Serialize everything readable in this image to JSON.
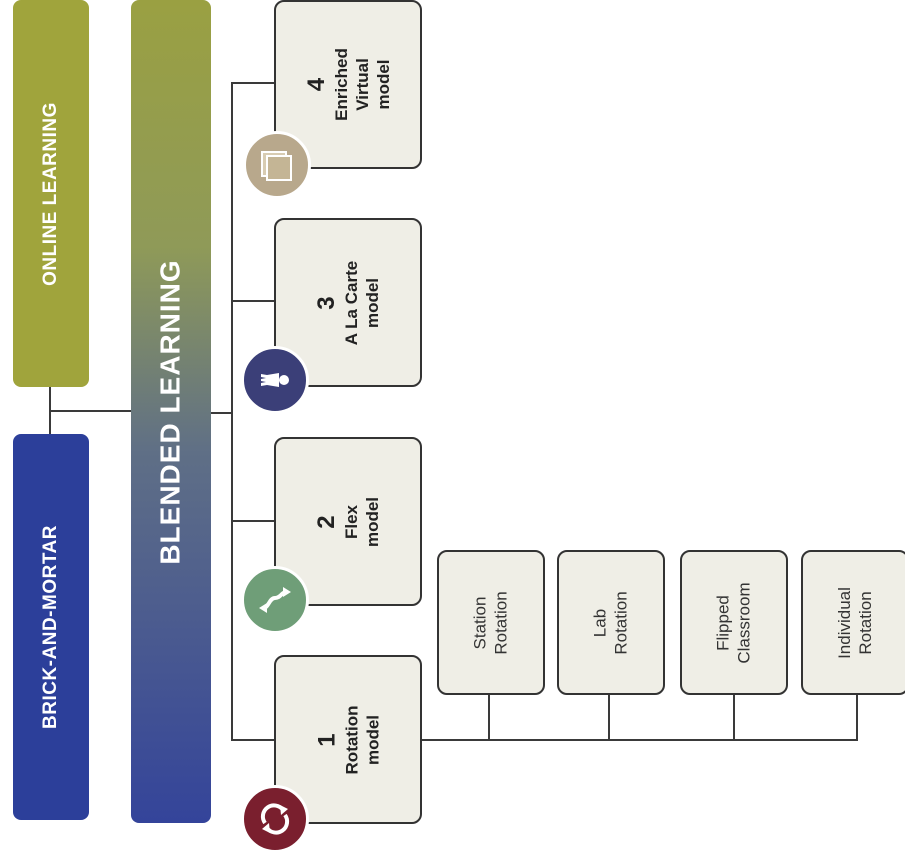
{
  "left_bars": {
    "online": "ONLINE LEARNING",
    "brick": "BRICK-AND-MORTAR",
    "blended": "BLENDED LEARNING"
  },
  "models": [
    {
      "number": "1",
      "lines": [
        "Rotation",
        "model"
      ],
      "icon": "rotation-arrows-icon",
      "icon_color": "#7a1f2e"
    },
    {
      "number": "2",
      "lines": [
        "Flex",
        "model"
      ],
      "icon": "flex-arrows-icon",
      "icon_color": "#6f9e78"
    },
    {
      "number": "3",
      "lines": [
        "A La Carte",
        "model"
      ],
      "icon": "person-icon",
      "icon_color": "#3b3f78"
    },
    {
      "number": "4",
      "lines": [
        "Enriched",
        "Virtual",
        "model"
      ],
      "icon": "stacked-pages-icon",
      "icon_color": "#b8a88c"
    }
  ],
  "rotation_submodels": [
    {
      "lines": [
        "Station",
        "Rotation"
      ]
    },
    {
      "lines": [
        "Lab",
        "Rotation"
      ]
    },
    {
      "lines": [
        "Flipped",
        "Classroom"
      ]
    },
    {
      "lines": [
        "Individual",
        "Rotation"
      ]
    }
  ],
  "colors": {
    "online": "#a0a43c",
    "brick": "#2c3f9a",
    "box_fill": "#efeee6"
  }
}
